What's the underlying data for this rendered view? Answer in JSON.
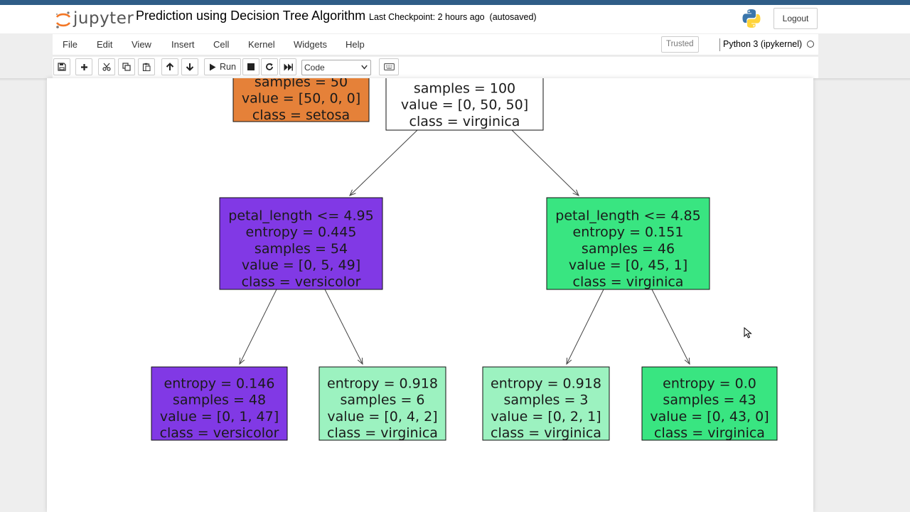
{
  "header": {
    "logo_text": "jupyter",
    "notebook_title": "Prediction using Decision Tree Algorithm",
    "checkpoint": "Last Checkpoint: 2 hours ago  (autosaved)",
    "logout_label": "Logout",
    "python_logo_icon": "python-logo-icon",
    "jupyter_logo_icon": "jupyter-logo-icon"
  },
  "menu": {
    "items": [
      "File",
      "Edit",
      "View",
      "Insert",
      "Cell",
      "Kernel",
      "Widgets",
      "Help"
    ],
    "trusted": "Trusted",
    "kernel": "Python 3 (ipykernel)"
  },
  "toolbar": {
    "icons": [
      "save-icon",
      "plus-icon",
      "cut-icon",
      "copy-icon",
      "paste-icon",
      "arrow-up-icon",
      "arrow-down-icon",
      "play-icon",
      "stop-icon",
      "restart-icon",
      "fast-forward-icon",
      "keyboard-icon"
    ],
    "run_label": "Run",
    "cell_type": "Code"
  },
  "tree": {
    "colors": {
      "setosa": "#e58139",
      "white": "#ffffff",
      "versicolor_dark": "#8139e5",
      "virginica_dark": "#39e581",
      "virginica_light": "#9cf2c0"
    },
    "nodes": [
      {
        "id": "n_setosa",
        "lines": [
          "samples = 50",
          "value = [50, 0, 0]",
          "class = setosa"
        ],
        "color": "setosa"
      },
      {
        "id": "n_root_right",
        "lines": [
          "samples = 100",
          "value = [0, 50, 50]",
          "class = virginica"
        ],
        "color": "white"
      },
      {
        "id": "n_left",
        "lines": [
          "petal_length <= 4.95",
          "entropy = 0.445",
          "samples = 54",
          "value = [0, 5, 49]",
          "class = versicolor"
        ],
        "color": "versicolor_dark"
      },
      {
        "id": "n_right",
        "lines": [
          "petal_length <= 4.85",
          "entropy = 0.151",
          "samples = 46",
          "value = [0, 45, 1]",
          "class = virginica"
        ],
        "color": "virginica_dark"
      },
      {
        "id": "n_ll",
        "lines": [
          "entropy = 0.146",
          "samples = 48",
          "value = [0, 1, 47]",
          "class = versicolor"
        ],
        "color": "versicolor_dark"
      },
      {
        "id": "n_lr",
        "lines": [
          "entropy = 0.918",
          "samples = 6",
          "value = [0, 4, 2]",
          "class = virginica"
        ],
        "color": "virginica_light"
      },
      {
        "id": "n_rl",
        "lines": [
          "entropy = 0.918",
          "samples = 3",
          "value = [0, 2, 1]",
          "class = virginica"
        ],
        "color": "virginica_light"
      },
      {
        "id": "n_rr",
        "lines": [
          "entropy = 0.0",
          "samples = 43",
          "value = [0, 43, 0]",
          "class = virginica"
        ],
        "color": "virginica_dark"
      }
    ],
    "edges": [
      [
        "n_root_right",
        "n_left"
      ],
      [
        "n_root_right",
        "n_right"
      ],
      [
        "n_left",
        "n_ll"
      ],
      [
        "n_left",
        "n_lr"
      ],
      [
        "n_right",
        "n_rl"
      ],
      [
        "n_right",
        "n_rr"
      ]
    ]
  }
}
